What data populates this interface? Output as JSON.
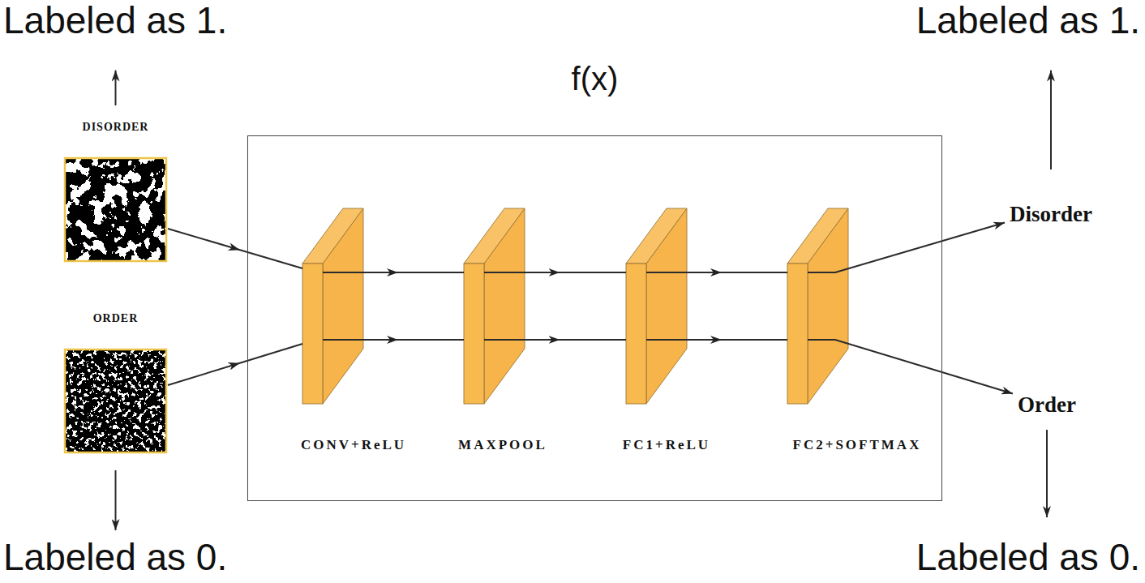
{
  "diagram": {
    "nodes": [
      {
        "text": [
          "Labeled as 1."
        ]
      },
      {
        "text": [
          "Labeled as 1."
        ]
      },
      {
        "text": [
          "f(x)"
        ]
      },
      {
        "text": [
          "DISORDER"
        ]
      },
      {
        "text": [
          "ORDER"
        ]
      },
      {
        "text": [
          "CONV+ReLU"
        ],
        "in": 2
      },
      {
        "text": [
          "MAXPOOL"
        ],
        "in": 2
      },
      {
        "text": [
          "FC1+ReLU"
        ],
        "in": 2
      },
      {
        "text": [
          "FC2+SOFTMAX"
        ],
        "in": 2
      },
      {
        "text": [
          "Disorder"
        ]
      },
      {
        "text": [
          "Order"
        ]
      },
      {
        "text": [
          "Labeled as 0."
        ]
      },
      {
        "text": [
          "Labeled as 0."
        ]
      }
    ],
    "edges": [
      {
        "from": 3,
        "to": 0,
        "arrow": "to"
      },
      {
        "from": 4,
        "to": 11,
        "arrow": "to"
      },
      {
        "from": 3,
        "to": 5,
        "arrow": "to"
      },
      {
        "from": 4,
        "to": 5,
        "arrow": "to"
      },
      {
        "from": 5,
        "to": 6,
        "arrow": "to"
      },
      {
        "from": 5,
        "to": 6,
        "arrow": "to"
      },
      {
        "from": 6,
        "to": 7,
        "arrow": "to"
      },
      {
        "from": 6,
        "to": 7,
        "arrow": "to"
      },
      {
        "from": 7,
        "to": 8,
        "arrow": "to"
      },
      {
        "from": 7,
        "to": 8,
        "arrow": "to"
      },
      {
        "from": 8,
        "to": 9,
        "arrow": "to"
      },
      {
        "from": 8,
        "to": 10,
        "arrow": "to"
      },
      {
        "from": 9,
        "to": 1,
        "arrow": "to"
      },
      {
        "from": 10,
        "to": 12,
        "arrow": "to"
      }
    ]
  }
}
